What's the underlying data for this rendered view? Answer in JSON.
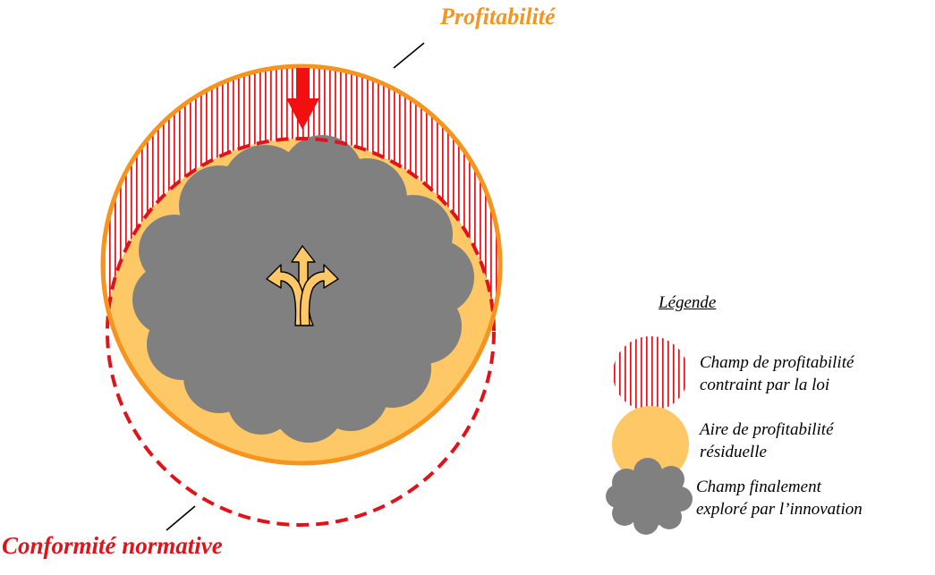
{
  "diagram": {
    "circle_labels": {
      "profitability": "Profitabilité",
      "normative_conformity": "Conformité normative"
    },
    "colors": {
      "profitability_circle": "#f7941d",
      "conformity_circle": "#e0131a",
      "residual_area": "#fdc865",
      "hatch": "#e0131a",
      "explored_cloud": "#808080",
      "arrow": "#f20f0f"
    },
    "legend": {
      "title": "Légende",
      "items": [
        {
          "line1": "Champ de profitabilité",
          "line2": "contraint par la loi"
        },
        {
          "line1": "Aire de profitabilité",
          "line2": "résiduelle"
        },
        {
          "line1": "Champ finalement",
          "line2": "exploré par l’innovation"
        }
      ]
    },
    "icons": {
      "pressure": "down-arrow-icon",
      "innovation": "three-way-arrow-icon"
    }
  }
}
